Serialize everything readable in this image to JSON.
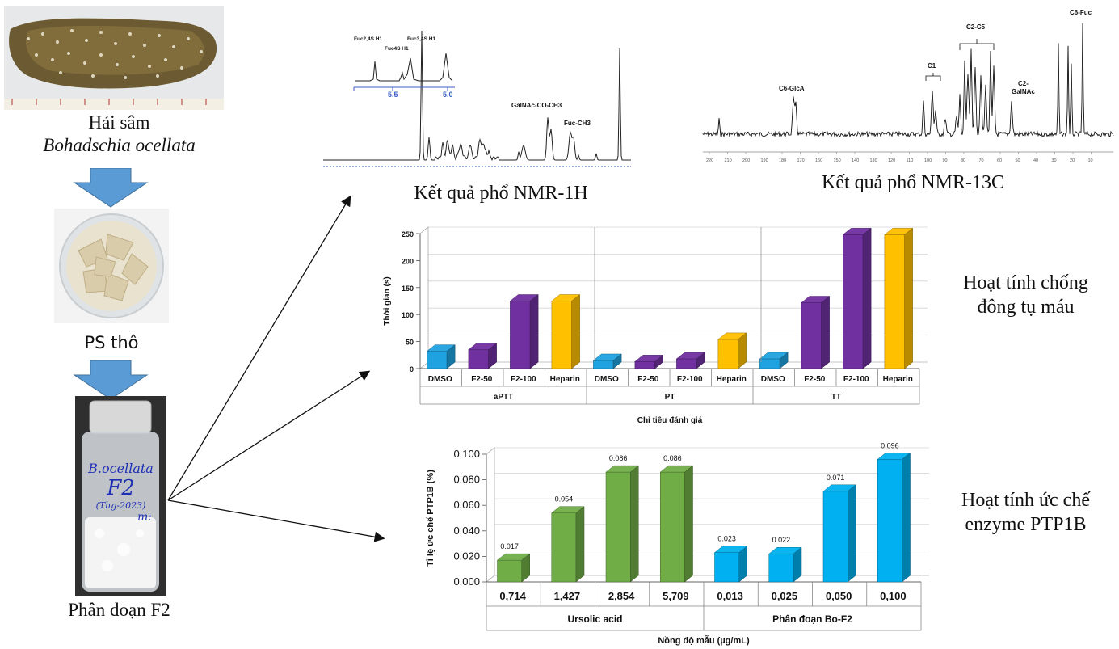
{
  "left_panel": {
    "step1_label_line1": "Hải sâm",
    "step1_label_line2": "Bohadschia ocellata",
    "step2_label": "PS thô",
    "step3_label": "Phân đoạn F2",
    "jar_text_line1": "B.ocellata",
    "jar_text_line2": "F2",
    "jar_text_line3": "(Thg-2023)",
    "jar_text_line4": "m:"
  },
  "nmr_1h": {
    "caption": "Kết quả phổ NMR-1H",
    "peak_labels": [
      "GalNAc-CO-CH3",
      "Fuc-CH3"
    ],
    "inset": {
      "labels": [
        "Fuc2,4S H1",
        "Fuc4S H1",
        "Fuc3,4S H1"
      ],
      "ticks": [
        "5.5",
        "5.0"
      ]
    }
  },
  "nmr_13c": {
    "caption": "Kết quả phổ NMR-13C",
    "labels": [
      "C6-GlcA",
      "C1",
      "C2-C5",
      "C2-",
      "GalNAc",
      "C6-Fuc"
    ],
    "axis_ticks": [
      "220",
      "210",
      "200",
      "190",
      "180",
      "170",
      "160",
      "150",
      "140",
      "130",
      "120",
      "110",
      "100",
      "90",
      "80",
      "70",
      "60",
      "50",
      "40",
      "30",
      "20",
      "10"
    ]
  },
  "anticoag": {
    "side_label_line1": "Hoạt tính chống",
    "side_label_line2": "đông tụ máu"
  },
  "ptp1b": {
    "side_label_line1": "Hoạt tính ức chế",
    "side_label_line2": "enzyme PTP1B"
  },
  "chart_data": [
    {
      "type": "bar",
      "title": "",
      "ylabel": "Thời gian (s)",
      "xlabel": "Chỉ tiêu đánh giá",
      "ylim": [
        0,
        250
      ],
      "yticks": [
        "0",
        "50",
        "100",
        "150",
        "200",
        "250"
      ],
      "grid": true,
      "groups": [
        {
          "name": "aPTT",
          "categories": [
            "DMSO",
            "F2-50",
            "F2-100",
            "Heparin"
          ],
          "values": [
            32,
            35,
            125,
            125
          ],
          "colors": [
            "#1fa2e0",
            "#7030a0",
            "#7030a0",
            "#ffc000"
          ]
        },
        {
          "name": "PT",
          "categories": [
            "DMSO",
            "F2-50",
            "F2-100",
            "Heparin"
          ],
          "values": [
            15,
            13,
            18,
            54
          ],
          "colors": [
            "#1fa2e0",
            "#7030a0",
            "#7030a0",
            "#ffc000"
          ]
        },
        {
          "name": "TT",
          "categories": [
            "DMSO",
            "F2-50",
            "F2-100",
            "Heparin"
          ],
          "values": [
            18,
            122,
            248,
            248
          ],
          "colors": [
            "#1fa2e0",
            "#7030a0",
            "#7030a0",
            "#ffc000"
          ]
        }
      ]
    },
    {
      "type": "bar",
      "title": "",
      "ylabel": "Tỉ lệ ức chế  PTP1B  (%)",
      "xlabel": "Nồng độ mẫu (µg/mL)",
      "ylim": [
        0,
        0.1
      ],
      "yticks": [
        "0.000",
        "0.020",
        "0.040",
        "0.060",
        "0.080",
        "0.100"
      ],
      "grid": true,
      "groups": [
        {
          "name": "Ursolic acid",
          "categories": [
            "0,714",
            "1,427",
            "2,854",
            "5,709"
          ],
          "values": [
            0.017,
            0.054,
            0.086,
            0.086
          ],
          "labels": [
            "0.017",
            "0.054",
            "0.086",
            "0.086"
          ],
          "colors": [
            "#70ad47",
            "#70ad47",
            "#70ad47",
            "#70ad47"
          ]
        },
        {
          "name": "Phân đoạn Bo-F2",
          "categories": [
            "0,013",
            "0,025",
            "0,050",
            "0,100"
          ],
          "values": [
            0.023,
            0.022,
            0.071,
            0.096
          ],
          "labels": [
            "0.023",
            "0.022",
            "0.071",
            "0.096"
          ],
          "colors": [
            "#00b0f0",
            "#00b0f0",
            "#00b0f0",
            "#00b0f0"
          ]
        }
      ]
    }
  ]
}
